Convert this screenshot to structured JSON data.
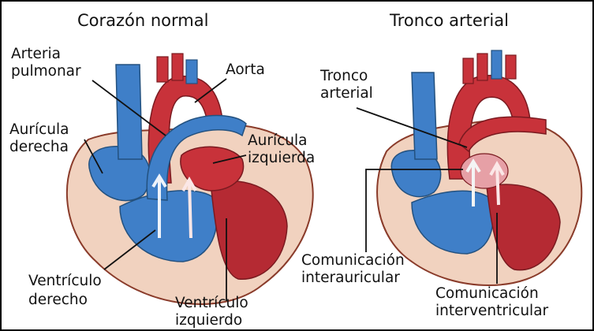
{
  "titles": {
    "left": "Corazón normal",
    "right": "Tronco arterial"
  },
  "labels": {
    "arteria": "Arteria",
    "pulmonar": "pulmonar",
    "aorta": "Aorta",
    "auricula_der_1": "Aurícula",
    "auricula_der_2": "derecha",
    "auricula_izq_1": "Aurícula",
    "auricula_izq_2": "izquierda",
    "ventriculo_der_1": "Ventrículo",
    "ventriculo_der_2": "derecho",
    "ventriculo_izq_1": "Ventrículo",
    "ventriculo_izq_2": "izquierdo",
    "tronco_1": "Tronco",
    "tronco_2": "arterial",
    "com_inter_auric_1": "Comunicación",
    "com_inter_auric_2": "interauricular",
    "com_inter_vent_1": "Comunicación",
    "com_inter_vent_2": "interventricular"
  },
  "colors": {
    "oxygenated": "#c8323a",
    "deoxygenated": "#3f7fc8",
    "wall": "#f1d2bf",
    "outline": "#8a3b2a"
  }
}
